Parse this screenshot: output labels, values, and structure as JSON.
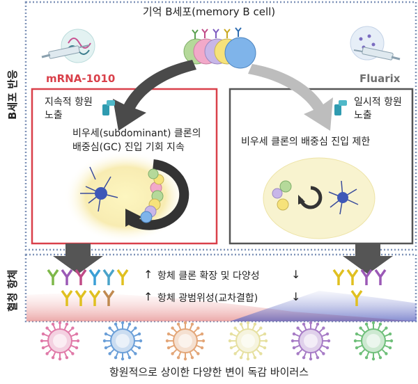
{
  "top_title": "기억 B세포(memory B cell)",
  "side_label_top": "B세포 반응",
  "side_label_bottom": "혈청 항체",
  "left_panel": {
    "vaccine_name": "mRNA-1010",
    "antigen_exposure_line1": "지속적 항원",
    "antigen_exposure_line2": "노출",
    "gc_line1": "비우세(subdominant) 클론의",
    "gc_line2": "배중심(GC) 진입 기회 지속"
  },
  "right_panel": {
    "vaccine_name": "Fluarix",
    "antigen_exposure_line1": "일시적 항원",
    "antigen_exposure_line2": "노출",
    "gc_line1": "비우세 클론의 배중심 진입 제한"
  },
  "antibody_rows": [
    {
      "label": "항체 클론 확장 및 다양성",
      "left_arrow": "↑",
      "right_arrow": "↓"
    },
    {
      "label": "항체 광범위성(교차결합)",
      "left_arrow": "↑",
      "right_arrow": "↓"
    }
  ],
  "bottom_caption": "항원적으로 상이한 다양한 변이 독감 바이러스",
  "colors": {
    "mrna_red": "#d9404a",
    "fluarix_gray": "#6f6f6f",
    "dotted_border": "#7f93b8",
    "virus_colors": [
      "#e07aa8",
      "#6b9fd8",
      "#e3a678",
      "#e6e0a0",
      "#a77cc6",
      "#6fbf7a"
    ]
  }
}
